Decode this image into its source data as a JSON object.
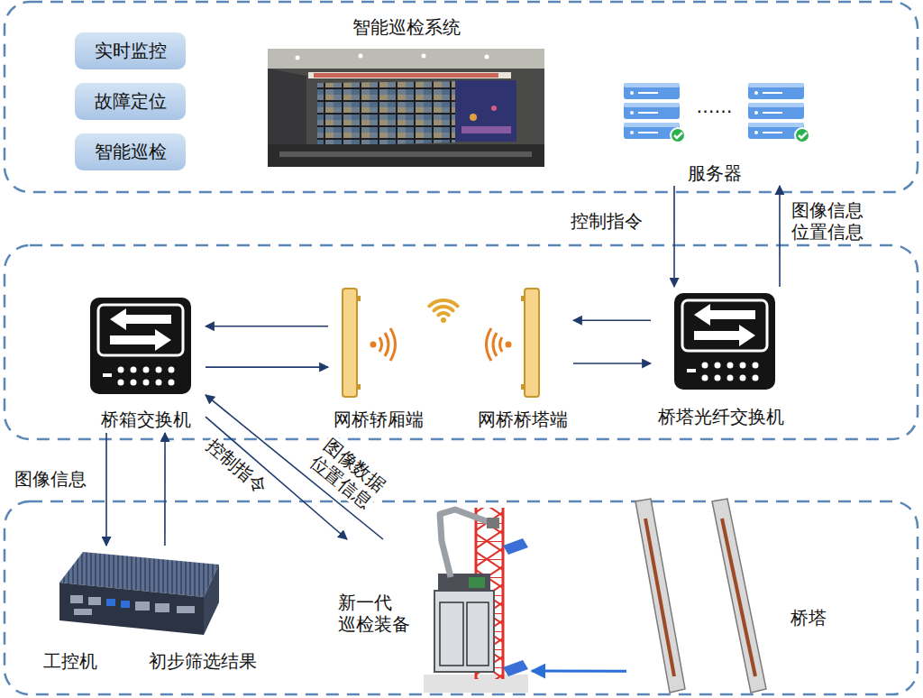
{
  "diagram": {
    "nodes": [
      {
        "text": [
          "实时监控"
        ]
      },
      {
        "text": [
          "故障定位"
        ]
      },
      {
        "text": [
          "智能巡检"
        ]
      },
      {
        "text": [
          "智能巡检系统"
        ]
      },
      {
        "text": [
          "……",
          "服务器"
        ]
      },
      {
        "text": [
          "桥箱交换机"
        ]
      },
      {
        "text": [
          "网桥轿厢端"
        ]
      },
      {
        "text": [
          "网桥桥塔端"
        ]
      },
      {
        "text": [
          "桥塔光纤交换机"
        ]
      },
      {
        "text": [
          "工控机"
        ]
      },
      {
        "text": [
          "新一代 巡检装备"
        ]
      },
      {
        "text": [
          "桥塔"
        ]
      }
    ],
    "edges": [
      {
        "from": 4,
        "to": 8,
        "arrow": "to",
        "label": "控制指令"
      },
      {
        "from": 8,
        "to": 4,
        "arrow": "to",
        "label": "图像信息 位置信息"
      },
      {
        "from": 8,
        "to": 7,
        "arrow": "to"
      },
      {
        "from": 7,
        "to": 8,
        "arrow": "to"
      },
      {
        "from": 6,
        "to": 5,
        "arrow": "to"
      },
      {
        "from": 5,
        "to": 6,
        "arrow": "to"
      },
      {
        "from": 5,
        "to": 9,
        "arrow": "to",
        "label": "图像信息"
      },
      {
        "from": 9,
        "to": 5,
        "arrow": "to"
      },
      {
        "from": 5,
        "to": 10,
        "arrow": "to",
        "label": "控制指令"
      },
      {
        "from": 10,
        "to": 5,
        "arrow": "to",
        "label": "图像数据 位置信息"
      },
      {
        "from": 11,
        "to": 10,
        "arrow": "to"
      }
    ],
    "labels": [
      "初步筛选结果"
    ]
  }
}
